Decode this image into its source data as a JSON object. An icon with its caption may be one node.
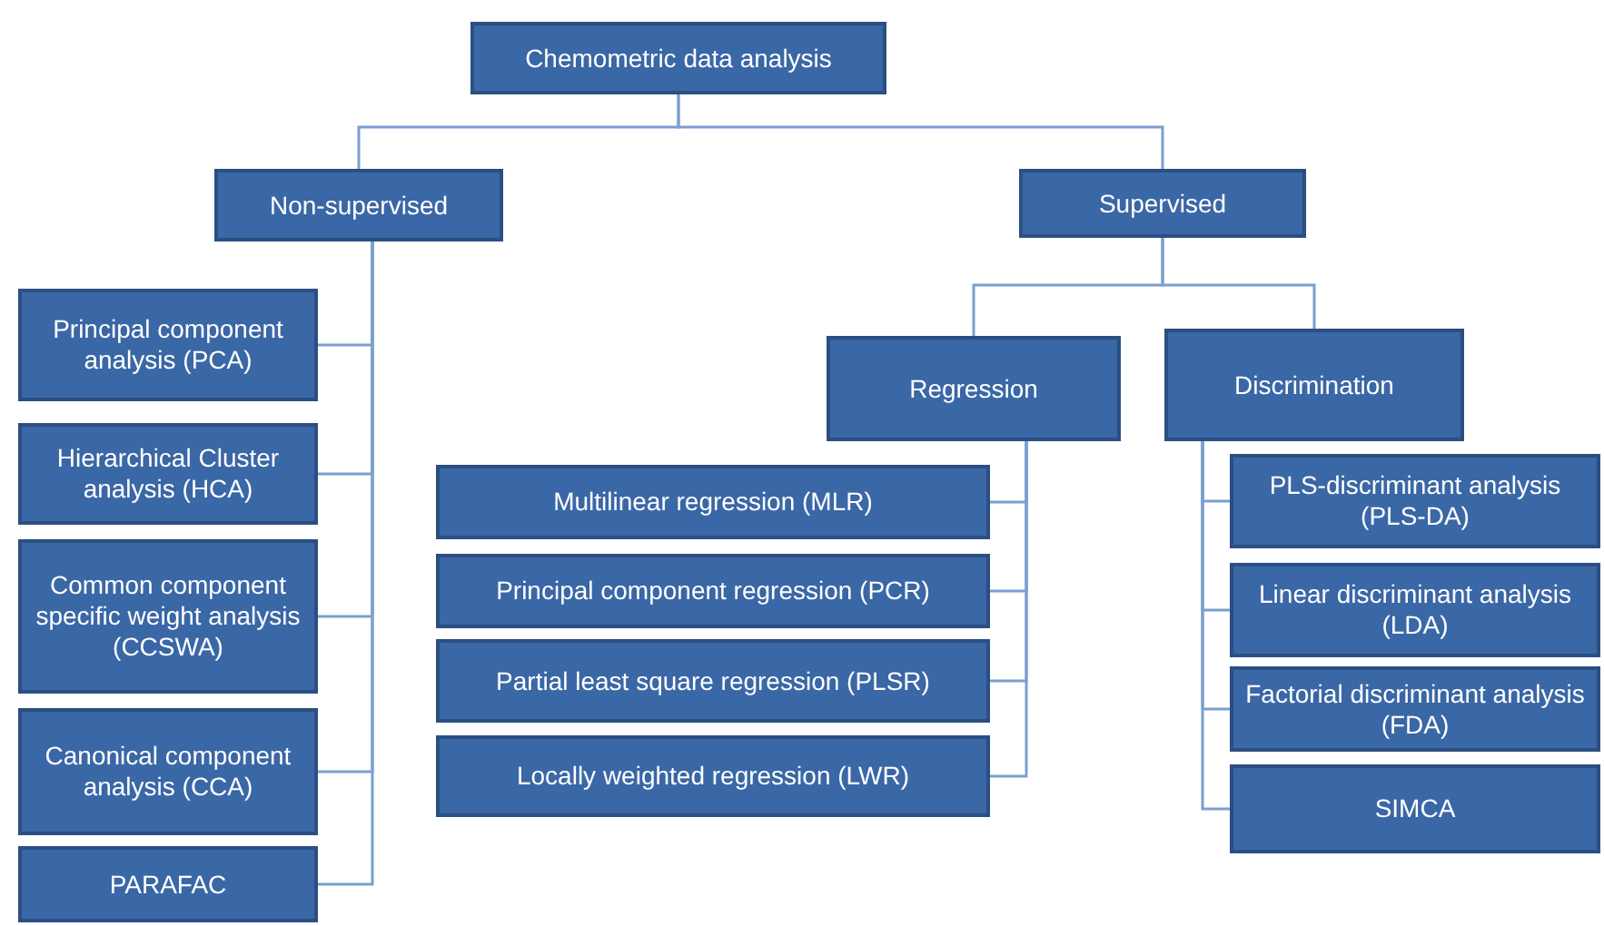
{
  "diagram": {
    "nodes": [
      {
        "text": [
          "Chemometric data analysis"
        ]
      },
      {
        "text": [
          "Non-supervised"
        ]
      },
      {
        "text": [
          "Supervised"
        ]
      },
      {
        "text": [
          "Principal component analysis (PCA)"
        ]
      },
      {
        "text": [
          "Hierarchical Cluster analysis (HCA)"
        ]
      },
      {
        "text": [
          "Common component specific weight analysis (CCSWA)"
        ]
      },
      {
        "text": [
          "Canonical component analysis (CCA)"
        ]
      },
      {
        "text": [
          "PARAFAC"
        ]
      },
      {
        "text": [
          "Regression"
        ]
      },
      {
        "text": [
          "Discrimination"
        ]
      },
      {
        "text": [
          "Multilinear regression (MLR)"
        ]
      },
      {
        "text": [
          "Principal component regression (PCR)"
        ]
      },
      {
        "text": [
          "Partial least square regression (PLSR)"
        ]
      },
      {
        "text": [
          "Locally weighted regression (LWR)"
        ]
      },
      {
        "text": [
          "PLS-discriminant analysis (PLS-DA)"
        ]
      },
      {
        "text": [
          "Linear discriminant analysis (LDA)"
        ]
      },
      {
        "text": [
          "Factorial discriminant analysis (FDA)"
        ]
      },
      {
        "text": [
          "SIMCA"
        ]
      }
    ],
    "edges": [
      {
        "from": 0,
        "to": 1,
        "arrow": "none"
      },
      {
        "from": 0,
        "to": 2,
        "arrow": "none"
      },
      {
        "from": 1,
        "to": 3,
        "arrow": "none"
      },
      {
        "from": 1,
        "to": 4,
        "arrow": "none"
      },
      {
        "from": 1,
        "to": 5,
        "arrow": "none"
      },
      {
        "from": 1,
        "to": 6,
        "arrow": "none"
      },
      {
        "from": 1,
        "to": 7,
        "arrow": "none"
      },
      {
        "from": 2,
        "to": 8,
        "arrow": "none"
      },
      {
        "from": 2,
        "to": 9,
        "arrow": "none"
      },
      {
        "from": 8,
        "to": 10,
        "arrow": "none"
      },
      {
        "from": 8,
        "to": 11,
        "arrow": "none"
      },
      {
        "from": 8,
        "to": 12,
        "arrow": "none"
      },
      {
        "from": 8,
        "to": 13,
        "arrow": "none"
      },
      {
        "from": 9,
        "to": 14,
        "arrow": "none"
      },
      {
        "from": 9,
        "to": 15,
        "arrow": "none"
      },
      {
        "from": 9,
        "to": 16,
        "arrow": "none"
      },
      {
        "from": 9,
        "to": 17,
        "arrow": "none"
      }
    ]
  }
}
